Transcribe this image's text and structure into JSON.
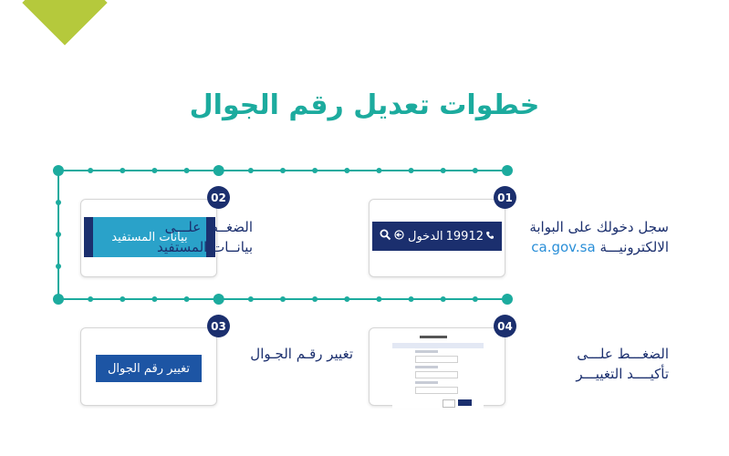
{
  "title": "خطوات تعديل رقم الجوال",
  "steps": [
    {
      "num": "01",
      "line1": "سجل دخولك على البوابة",
      "line2_pre": "الالكترونيـــة ",
      "line2_link": "ca.gov.sa"
    },
    {
      "num": "02",
      "line1": "الضغــط علـــى",
      "line2": "بيانــات المستفيد"
    },
    {
      "num": "03",
      "line1": "تغيير رقـم الجـوال"
    },
    {
      "num": "04",
      "line1": "الضغـــط علـــى",
      "line2": "تأكيــــد التغييـــر"
    }
  ],
  "login_bar": {
    "phone": "19912",
    "login": "الدخول"
  },
  "beneficiary_button": "بيانات المستفيد",
  "change_button": "تغيير رقم الجوال",
  "colors": {
    "teal": "#1cab9e",
    "navy": "#1b2f6e",
    "lime": "#b5c93c",
    "blue": "#1d55a4"
  }
}
